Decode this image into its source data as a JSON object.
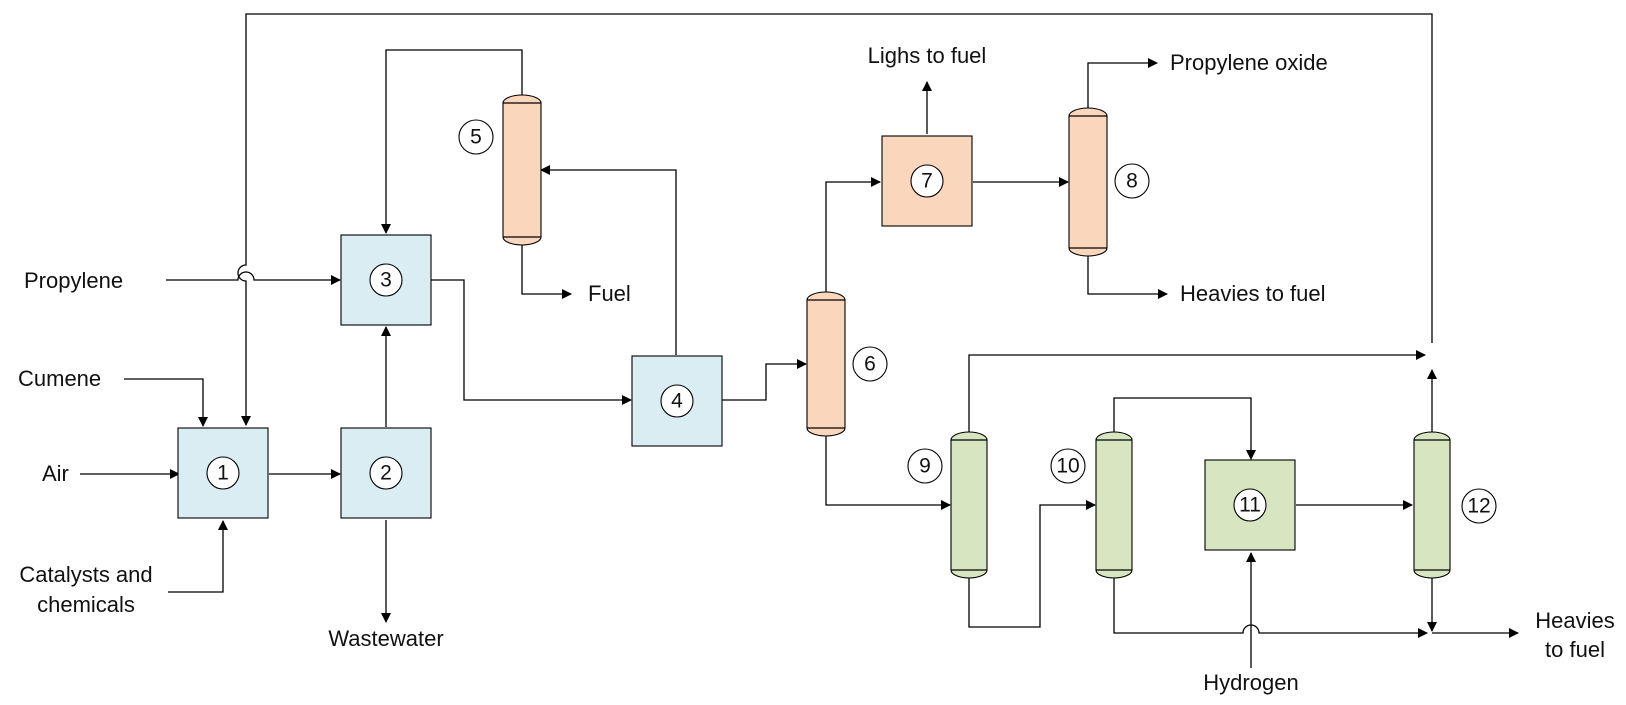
{
  "colors": {
    "blue_unit": "#daedf3",
    "orange_unit": "#fad6bc",
    "green_unit": "#d7e5c0",
    "line": "#000000"
  },
  "units": {
    "u1": "1",
    "u2": "2",
    "u3": "3",
    "u4": "4",
    "u5": "5",
    "u6": "6",
    "u7": "7",
    "u8": "8",
    "u9": "9",
    "u10": "10",
    "u11": "11",
    "u12": "12"
  },
  "streams": {
    "propylene": "Propylene",
    "cumene": "Cumene",
    "air": "Air",
    "catalysts_1": "Catalysts and",
    "catalysts_2": "chemicals",
    "wastewater": "Wastewater",
    "fuel": "Fuel",
    "lights_to_fuel": "Lighs to fuel",
    "propylene_oxide": "Propylene oxide",
    "heavies_to_fuel": "Heavies to fuel",
    "heavies_to_fuel_1": "Heavies",
    "heavies_to_fuel_2": "to fuel",
    "hydrogen": "Hydrogen"
  }
}
